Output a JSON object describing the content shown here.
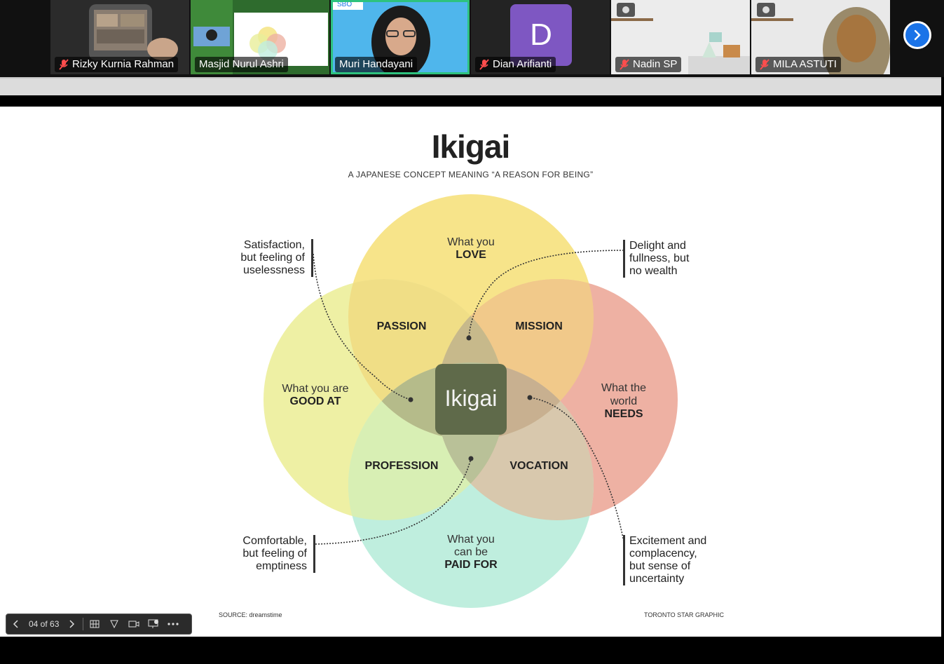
{
  "participants": [
    {
      "name": "Rizky Kurnia Rahman",
      "muted": true
    },
    {
      "name": "Masjid Nurul Ashri",
      "muted": false
    },
    {
      "name": "Muri Handayani",
      "muted": false,
      "active": true,
      "badge": "SBO"
    },
    {
      "name": "Dian Arifianti",
      "muted": true,
      "initial": "D"
    },
    {
      "name": "Nadin SP",
      "muted": true
    },
    {
      "name": "MILA ASTUTI",
      "muted": true
    }
  ],
  "slide": {
    "title": "Ikigai",
    "subtitle": "A JAPANESE CONCEPT MEANING “A REASON FOR BEING”",
    "circles": {
      "love": {
        "line1": "What you",
        "line2": "LOVE",
        "color": "#f7e48a"
      },
      "good_at": {
        "line1": "What you are",
        "line2": "GOOD AT",
        "color": "#eef0a4"
      },
      "needs": {
        "line1": "What the",
        "line2": "world",
        "line3": "NEEDS",
        "color": "#eeb1a3"
      },
      "paid": {
        "line1": "What you",
        "line2": "can be",
        "line3": "PAID FOR",
        "color": "#bfeede"
      }
    },
    "overlaps": {
      "passion": "PASSION",
      "mission": "MISSION",
      "profession": "PROFESSION",
      "vocation": "VOCATION",
      "center": "Ikigai"
    },
    "notes": {
      "top_left": [
        "Satisfaction,",
        "but feeling of",
        "uselessness"
      ],
      "top_right": [
        "Delight and",
        "fullness, but",
        "no wealth"
      ],
      "bottom_left": [
        "Comfortable,",
        "but feeling of",
        "emptiness"
      ],
      "bottom_right": [
        "Excitement and",
        "complacency,",
        "but sense of",
        "uncertainty"
      ]
    },
    "source": "SOURCE: dreamstime",
    "credit": "TORONTO STAR GRAPHIC"
  },
  "nav": {
    "page_counter": "04 of 63"
  }
}
